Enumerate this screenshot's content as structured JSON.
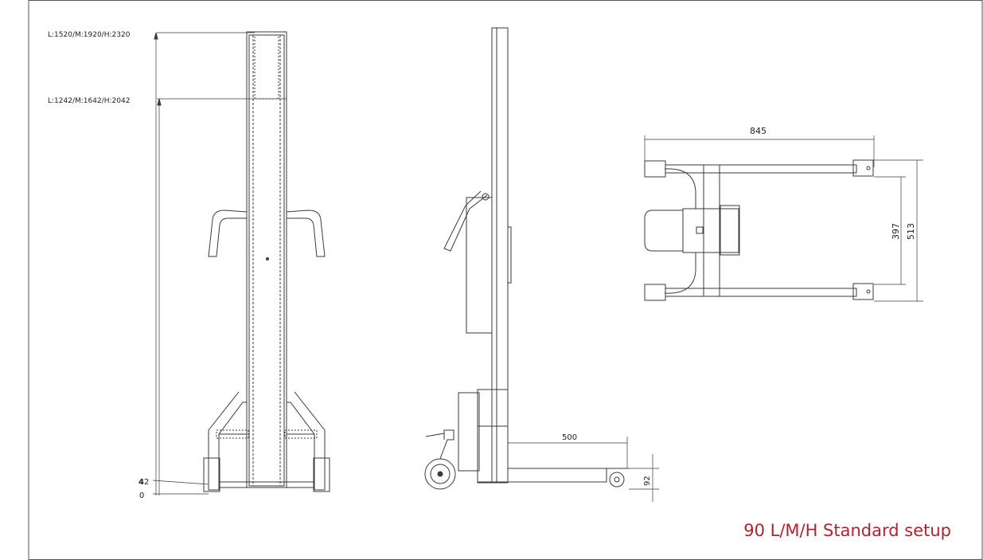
{
  "front_view": {
    "dim_top": "L:1520/M:1920/H:2320",
    "dim_mid": "L:1242/M:1642/H:2042",
    "dim_low_a": "4",
    "dim_low_b": "2",
    "dim_zero": "0"
  },
  "side_view": {
    "dim_reach": "500",
    "dim_fork_height": "92"
  },
  "top_view": {
    "dim_width": "845",
    "dim_inner": "397",
    "dim_outer": "513"
  },
  "caption": "90 L/M/H Standard setup",
  "colors": {
    "line": "#3a3a3a",
    "accent": "#b8202e",
    "frame": "#555555"
  }
}
